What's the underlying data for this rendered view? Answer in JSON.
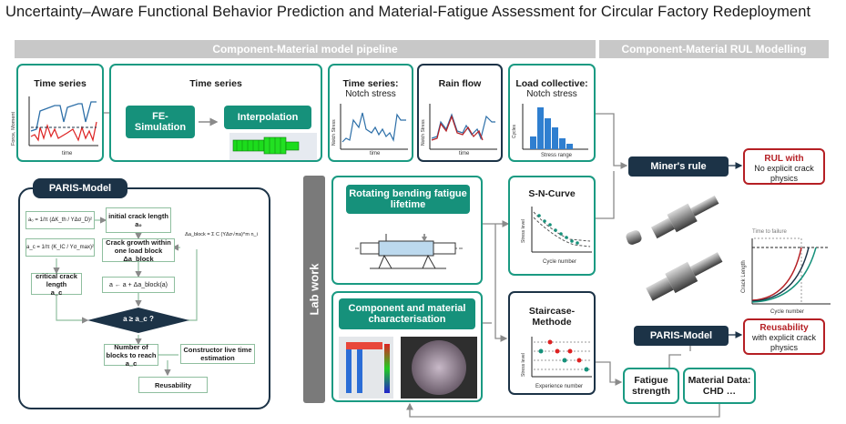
{
  "title": "Uncertainty–Aware Functional Behavior Prediction and Material-Fatigue Assessment for Circular Factory Redeployment",
  "banners": {
    "pipeline": "Component-Material model pipeline",
    "rul": "Component-Material RUL Modelling"
  },
  "pipeline": {
    "ts1": {
      "title": "Time series",
      "ylabel": "Force, Moment",
      "xlabel": "time"
    },
    "ts2": {
      "title": "Time series",
      "fe": "FE-\nSimulation",
      "interp": "Interpolation"
    },
    "notch": {
      "title": "Time series:",
      "subtitle": "Notch stress",
      "ylabel": "Notch Stress",
      "xlabel": "time"
    },
    "rain": {
      "title": "Rain flow",
      "ylabel": "Notch Stress",
      "xlabel": "time"
    },
    "load": {
      "title": "Load collective:",
      "subtitle": "Notch stress",
      "ylabel": "Cycles",
      "xlabel": "Stress range"
    }
  },
  "miners_rule": "Miner's rule",
  "rul_box": {
    "title": "RUL with",
    "text": "No explicit crack physics"
  },
  "reuse_box": {
    "title": "Reusability",
    "text": "with explicit crack physics"
  },
  "paris_right": "PARIS-Model",
  "lab_work": "Lab work",
  "rotating": {
    "title": "Rotating bending fatigue lifetime"
  },
  "component": {
    "title": "Component and material characterisation"
  },
  "sn": {
    "title": "S-N-Curve",
    "ylabel": "Stress level",
    "xlabel": "Cycle number"
  },
  "staircase": {
    "title": "Staircase-Methode",
    "ylabel": "Stress level",
    "xlabel": "Experience number"
  },
  "fatigue_strength": "Fatigue strength",
  "material_data": "Material Data: CHD …",
  "crack_chart": {
    "ylabel": "Crack Length",
    "xlabel": "Cycle number",
    "annotation": "Time to failure"
  },
  "paris": {
    "title": "PARIS-Model",
    "initial": "initial crack length",
    "initial_sym": "a₀",
    "growth": "Crack growth within one load block",
    "growth_sym": "Δa_block",
    "critical": "critical crack length",
    "critical_sym": "a_c",
    "update": "a ← a + Δa_block(a)",
    "decision": "a ≥ a_c ?",
    "blocks": "Number of blocks to reach",
    "blocks_sym": "a_c",
    "constructor": "Constructor live time estimation",
    "reusability": "Reusability",
    "eq_a0": "a₀ = 1/π (ΔK_th / YΔσ_D)²",
    "eq_ac": "a_c = 1/π (K_IC / Yσ_max)²",
    "eq_da": "Δa_block = Σ C (YΔσ√πa)^m n_i"
  },
  "colors": {
    "teal": "#16917b",
    "navy": "#1c3347",
    "red": "#b51f24",
    "grey": "#c8c8c8"
  }
}
